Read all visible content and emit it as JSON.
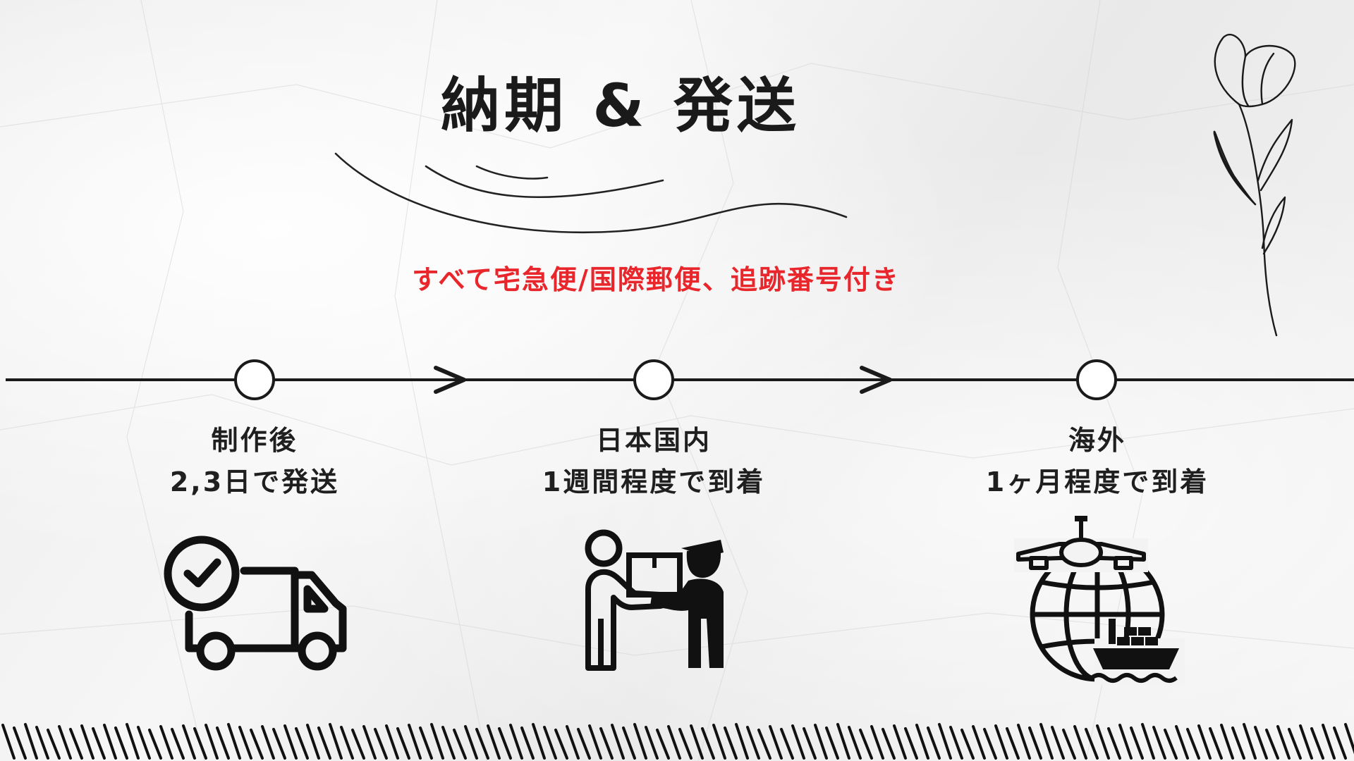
{
  "title": "納期 & 発送",
  "subtitle": "すべて宅急便/国際郵便、追跡番号付き",
  "steps": [
    {
      "line1": "制作後",
      "line2": "2,3日で発送",
      "icon": "delivery-truck-clock-icon"
    },
    {
      "line1": "日本国内",
      "line2": "1週間程度で到着",
      "icon": "package-handover-icon"
    },
    {
      "line1": "海外",
      "line2": "1ヶ月程度で到着",
      "icon": "global-shipping-icon"
    }
  ],
  "colors": {
    "ink": "#1a1a1a",
    "accent": "#e8262b",
    "paper": "#f1f1f1"
  }
}
